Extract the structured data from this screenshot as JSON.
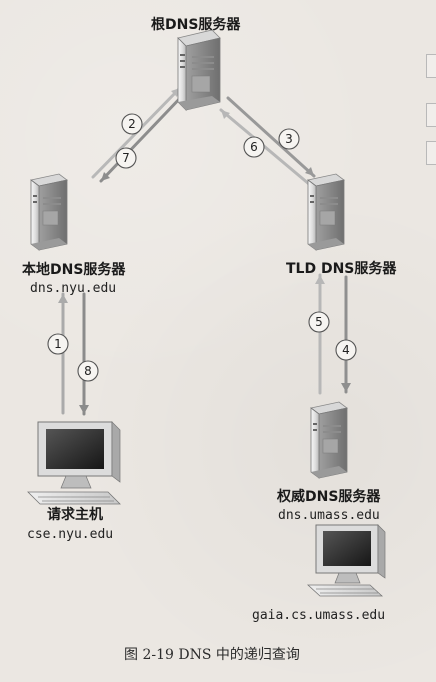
{
  "nodes": {
    "root": {
      "title": "根DNS服务器"
    },
    "local": {
      "title": "本地DNS服务器",
      "host": "dns.nyu.edu"
    },
    "tld": {
      "title": "TLD DNS服务器"
    },
    "authoritative": {
      "title": "权威DNS服务器",
      "host": "dns.umass.edu"
    },
    "requester": {
      "title": "请求主机",
      "host": "cse.nyu.edu"
    },
    "target": {
      "host": "gaia.cs.umass.edu"
    }
  },
  "steps": [
    "1",
    "2",
    "3",
    "4",
    "5",
    "6",
    "7",
    "8"
  ],
  "caption": "图 2-19   DNS 中的递归查询"
}
